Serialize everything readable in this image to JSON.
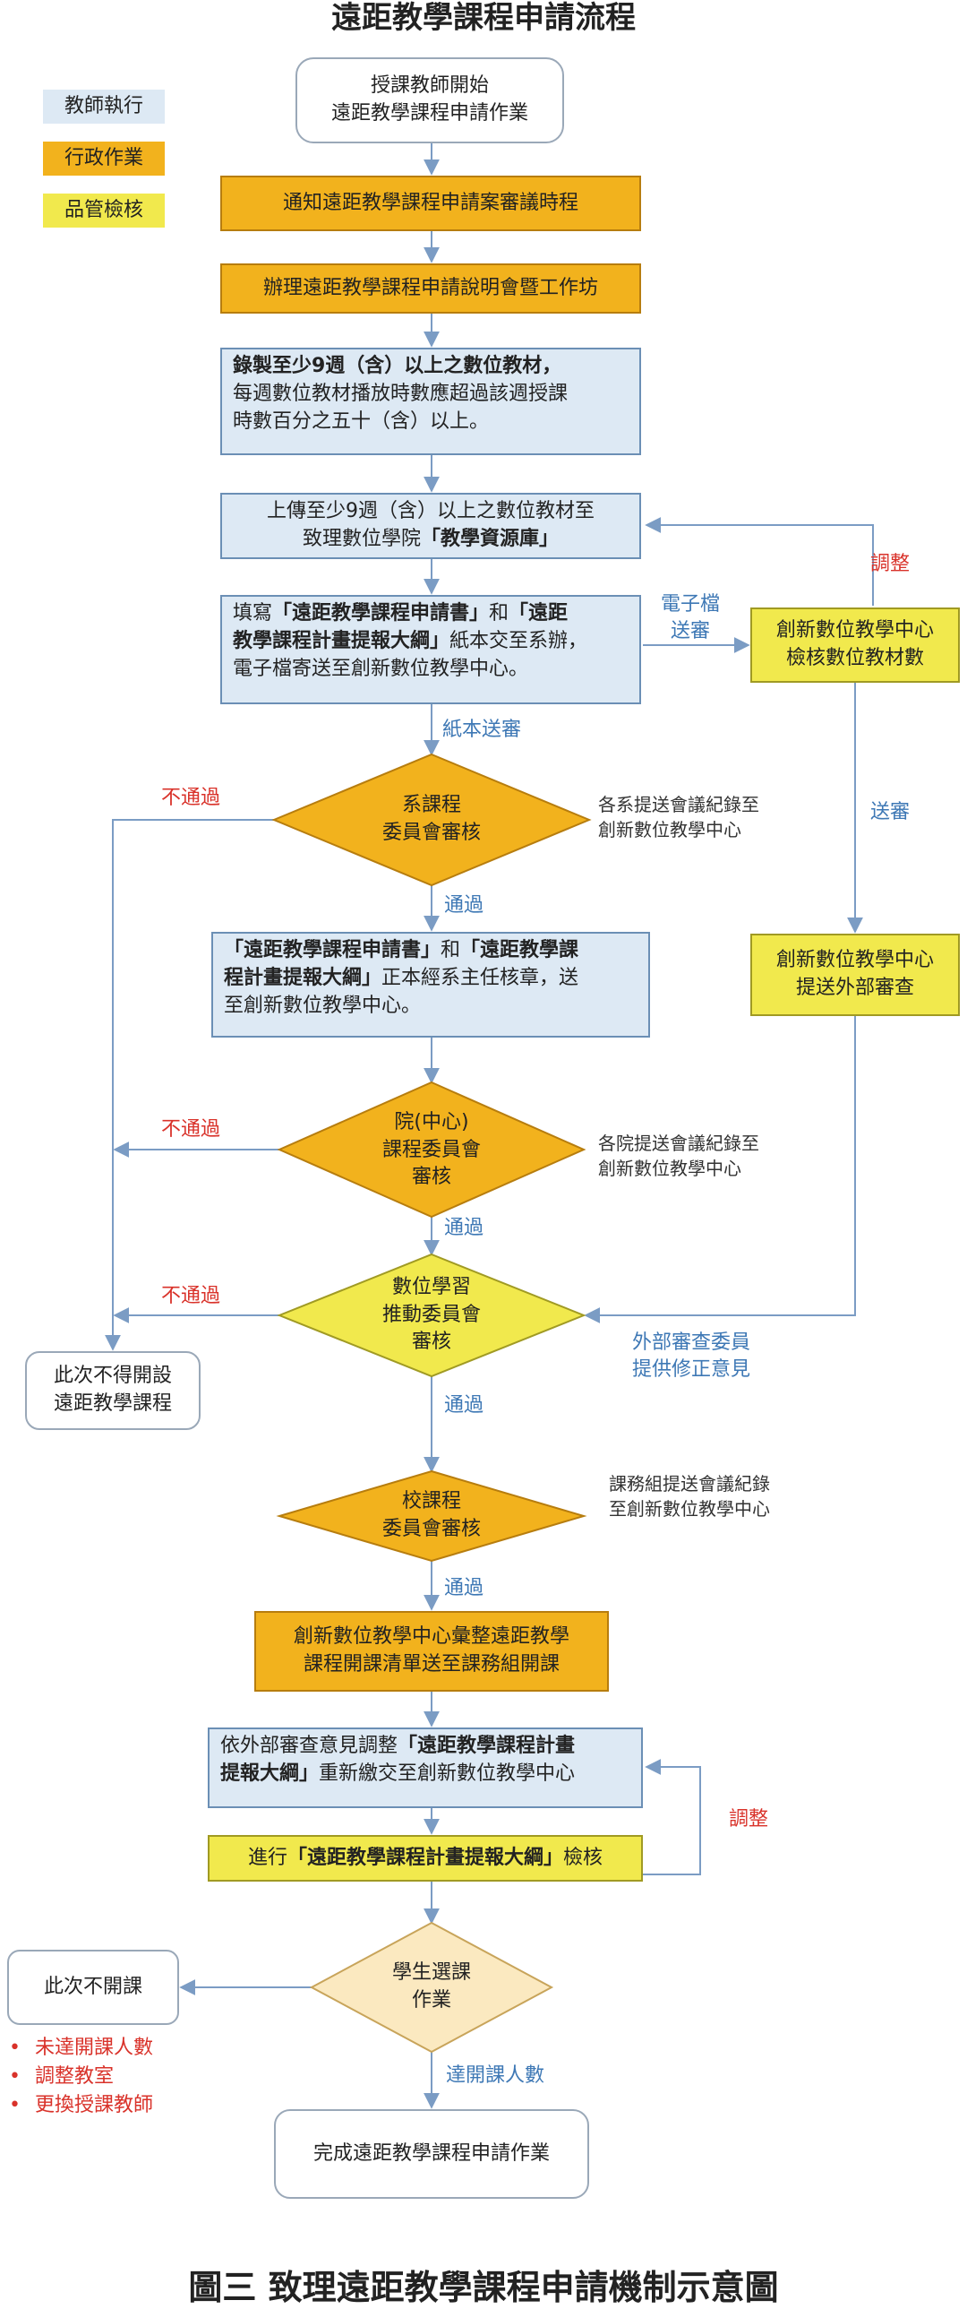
{
  "title": "遠距教學課程申請流程",
  "caption": "圖三 致理遠距教學課程申請機制示意圖",
  "legend": [
    {
      "label": "教師執行",
      "color": "#dde9f4"
    },
    {
      "label": "行政作業",
      "color": "#f2b21d"
    },
    {
      "label": "品管檢核",
      "color": "#f1e94d"
    }
  ],
  "colors": {
    "blue_fill": "#dde9f4",
    "orange_fill": "#f2b21d",
    "yellow_fill": "#f1e94d",
    "pale_fill": "#fbe9c0",
    "arrow": "#7b9cc4"
  },
  "nodes": {
    "start": {
      "l1": "授課教師開始",
      "l2": "遠距教學課程申請作業"
    },
    "notify": "通知遠距教學課程申請案審議時程",
    "workshop": "辦理遠距教學課程申請說明會暨工作坊",
    "record": {
      "l1": "錄製至少9週（含）以上之數位教材，",
      "l2": "每週數位教材播放時數應超過該週授課",
      "l3": "時數百分之五十（含）以上。"
    },
    "upload": {
      "l1": "上傳至少9週（含）以上之數位教材至",
      "l2a": "致理數位學院",
      "l2b": "「教學資源庫」"
    },
    "fill": {
      "l1a": "填寫",
      "l1b": "「遠距教學課程申請書」",
      "l1c": "和",
      "l1d": "「遠距",
      "l2a": "教學課程計畫提報大綱」",
      "l2b": "紙本交至系辦，",
      "l3": "電子檔寄送至創新數位教學中心。"
    },
    "verify": {
      "l1": "創新數位教學中心",
      "l2": "檢核數位教材數"
    },
    "dept_review": {
      "l1": "系課程",
      "l2": "委員會審核"
    },
    "sign": {
      "l1a": "「遠距教學課程申請書」",
      "l1b": "和",
      "l1c": "「遠距教學課",
      "l2a": "程計畫提報大綱」",
      "l2b": "正本經系主任核章，送",
      "l3": "至創新數位教學中心。"
    },
    "external": {
      "l1": "創新數位教學中心",
      "l2": "提送外部審查"
    },
    "college_review": {
      "l1": "院(中心)",
      "l2": "課程委員會",
      "l3": "審核"
    },
    "digital_review": {
      "l1": "數位學習",
      "l2": "推動委員會",
      "l3": "審核"
    },
    "reject": {
      "l1": "此次不得開設",
      "l2": "遠距教學課程"
    },
    "school_review": {
      "l1": "校課程",
      "l2": "委員會審核"
    },
    "compile": {
      "l1": "創新數位教學中心彙整遠距教學",
      "l2": "課程開課清單送至課務組開課"
    },
    "adjust_outline": {
      "l1a": "依外部審查意見調整",
      "l1b": "「遠距教學課程計畫",
      "l2a": "提報大綱」",
      "l2b": "重新繳交至創新數位教學中心"
    },
    "check_outline": {
      "a": "進行",
      "b": "「遠距教學課程計畫提報大綱」",
      "c": "檢核"
    },
    "select": {
      "l1": "學生選課",
      "l2": "作業"
    },
    "no_open": "此次不開課",
    "complete": "完成遠距教學課程申請作業"
  },
  "labels": {
    "adjust_top": "調整",
    "e_file": {
      "l1": "電子檔",
      "l2": "送審"
    },
    "paper": "紙本送審",
    "send_review": "送審",
    "fail": "不通過",
    "pass": "通過",
    "external_opinion": {
      "l1": "外部審查委員",
      "l2": "提供修正意見"
    },
    "adjust_bottom": "調整",
    "reach": "達開課人數"
  },
  "notes": {
    "dept": {
      "l1": "各系提送會議紀錄至",
      "l2": "創新數位教學中心"
    },
    "college": {
      "l1": "各院提送會議紀錄至",
      "l2": "創新數位教學中心"
    },
    "school": {
      "l1": "課務組提送會議紀錄",
      "l2": "至創新數位教學中心"
    }
  },
  "reasons": [
    "未達開課人數",
    "調整教室",
    "更換授課教師"
  ]
}
